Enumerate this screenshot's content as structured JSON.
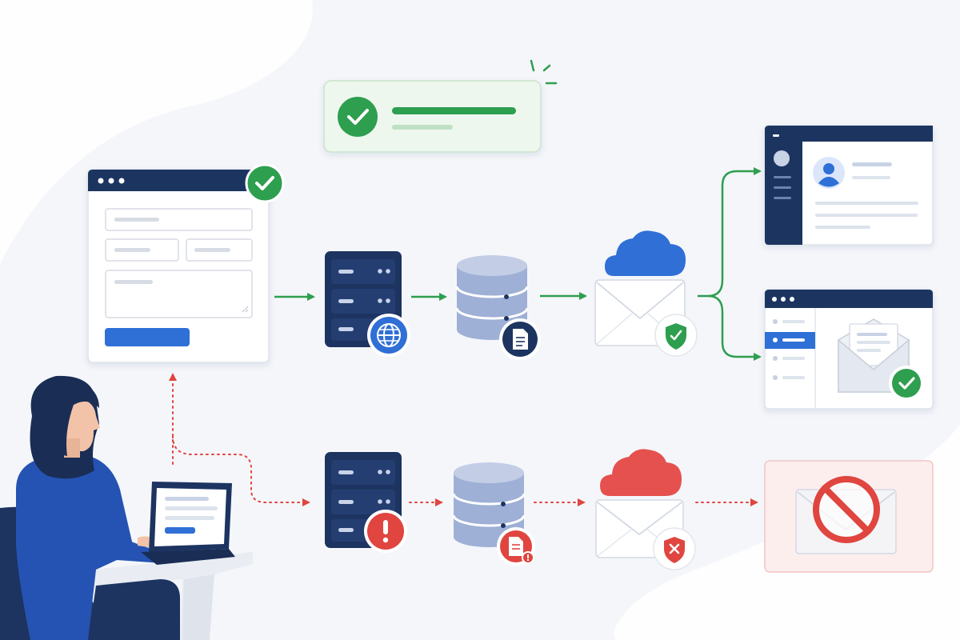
{
  "colors": {
    "background": "#f4f6fa",
    "navy": "#1d3461",
    "navy_dark": "#1a2d55",
    "success_green": "#2e9e4f",
    "success_bg": "#eef7ee",
    "error_red": "#e0453f",
    "error_bg": "#fdeeee",
    "cloud_blue": "#2f6fd6",
    "cloud_red": "#e5514e",
    "db_blue": "#9fb0d6",
    "line_gray": "#dfe3ea"
  },
  "diagram": {
    "success_path": [
      "web-form",
      "web-server",
      "database",
      "email-service",
      "user-dashboard",
      "email-inbox"
    ],
    "failure_path": [
      "web-form",
      "web-server-error",
      "database-error",
      "email-service-error",
      "delivery-blocked"
    ]
  },
  "icons": {
    "form_status": "check-icon",
    "toast_status": "check-icon",
    "server": "globe-icon",
    "database": "document-icon",
    "email_security": "shield-check-icon",
    "inbox_status": "check-icon",
    "server_error": "exclamation-icon",
    "database_error": "document-warning-icon",
    "email_error": "shield-x-icon",
    "blocked": "prohibited-icon"
  }
}
